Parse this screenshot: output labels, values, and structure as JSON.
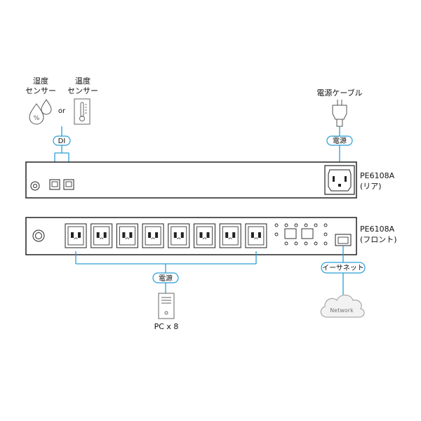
{
  "sensors": {
    "humidity_label_line1": "湿度",
    "humidity_label_line2": "センサー",
    "or_text": "or",
    "temperature_label_line1": "温度",
    "temperature_label_line2": "センサー",
    "humidity_icon": "humidity-drops-icon",
    "temperature_icon": "thermometer-icon"
  },
  "connections": {
    "di_label": "DI",
    "power_cable_label": "電源ケーブル",
    "rear_power_label": "電源",
    "front_power_label": "電源",
    "ethernet_label": "イーサネット",
    "network_label": "Network",
    "pc_label": "PC x 8"
  },
  "devices": {
    "rear_model": "PE6108A",
    "rear_view": "(リア)",
    "front_model": "PE6108A",
    "front_view": "(フロント)",
    "front_outlet_count": 8
  },
  "colors": {
    "connector_line": "#2a9fd6",
    "pill_border": "#2a9fd6",
    "device_stroke": "#222222",
    "cloud_stroke": "#999999"
  }
}
